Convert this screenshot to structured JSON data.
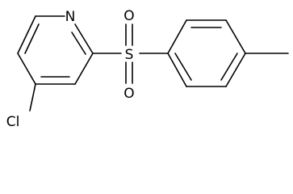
{
  "molecule": {
    "atoms": {
      "nitrogen": "N",
      "sulfur": "S",
      "oxygen_top": "O",
      "oxygen_bottom": "O",
      "chlorine": "Cl"
    }
  }
}
